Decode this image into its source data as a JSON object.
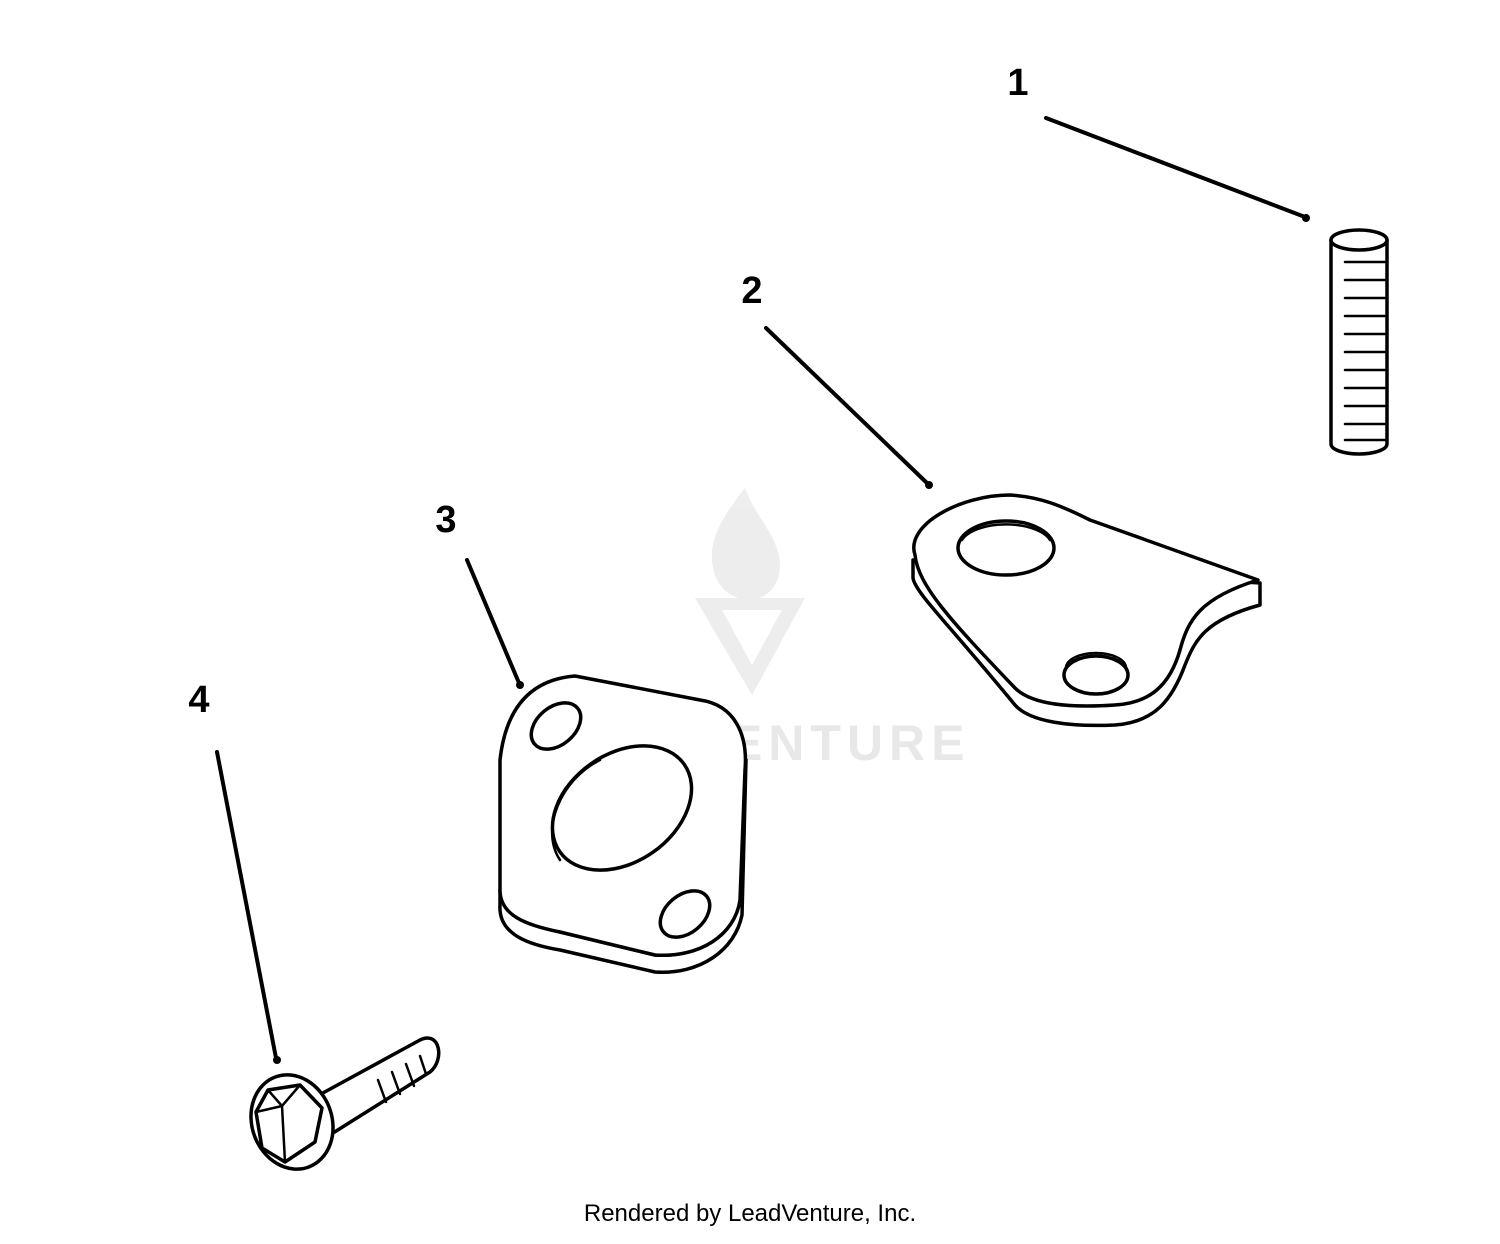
{
  "diagram": {
    "callouts": [
      {
        "id": "1",
        "label": "1"
      },
      {
        "id": "2",
        "label": "2"
      },
      {
        "id": "3",
        "label": "3"
      },
      {
        "id": "4",
        "label": "4"
      }
    ],
    "watermark": {
      "text": "LEADVENTURE"
    },
    "credit": "Rendered by LeadVenture, Inc."
  }
}
